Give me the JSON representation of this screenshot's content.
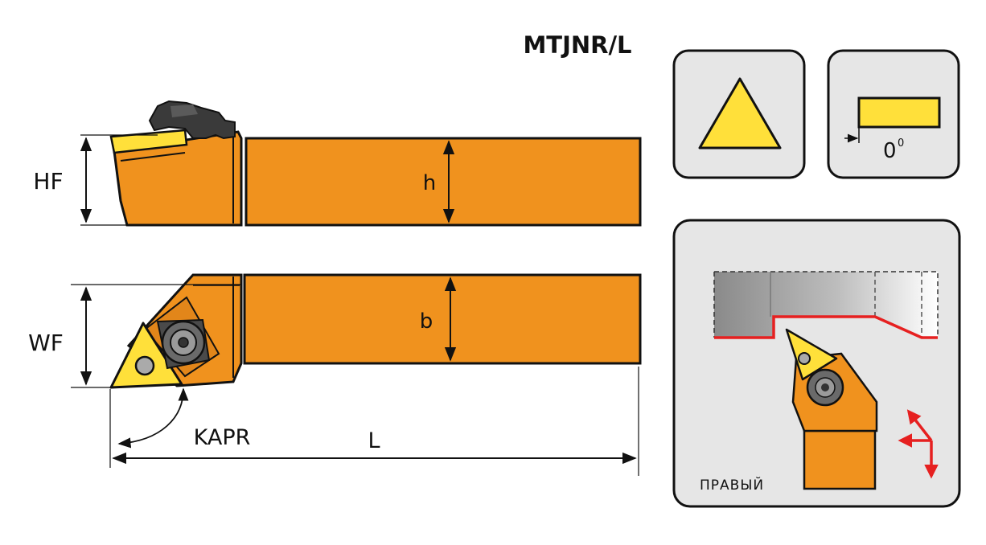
{
  "title": "MTJNR/L",
  "dimensions": {
    "hf": "HF",
    "h": "h",
    "wf": "WF",
    "b": "b",
    "kapr": "KAPR",
    "l": "L"
  },
  "clearance_angle": {
    "value": "0",
    "unit": "0"
  },
  "direction_label": "ПРАВЫЙ",
  "colors": {
    "holder": "#F0921E",
    "insert": "#FFE03A",
    "outline": "#111111",
    "panel_bg": "#E6E6E6",
    "red": "#E62020",
    "screw": "#555555"
  }
}
